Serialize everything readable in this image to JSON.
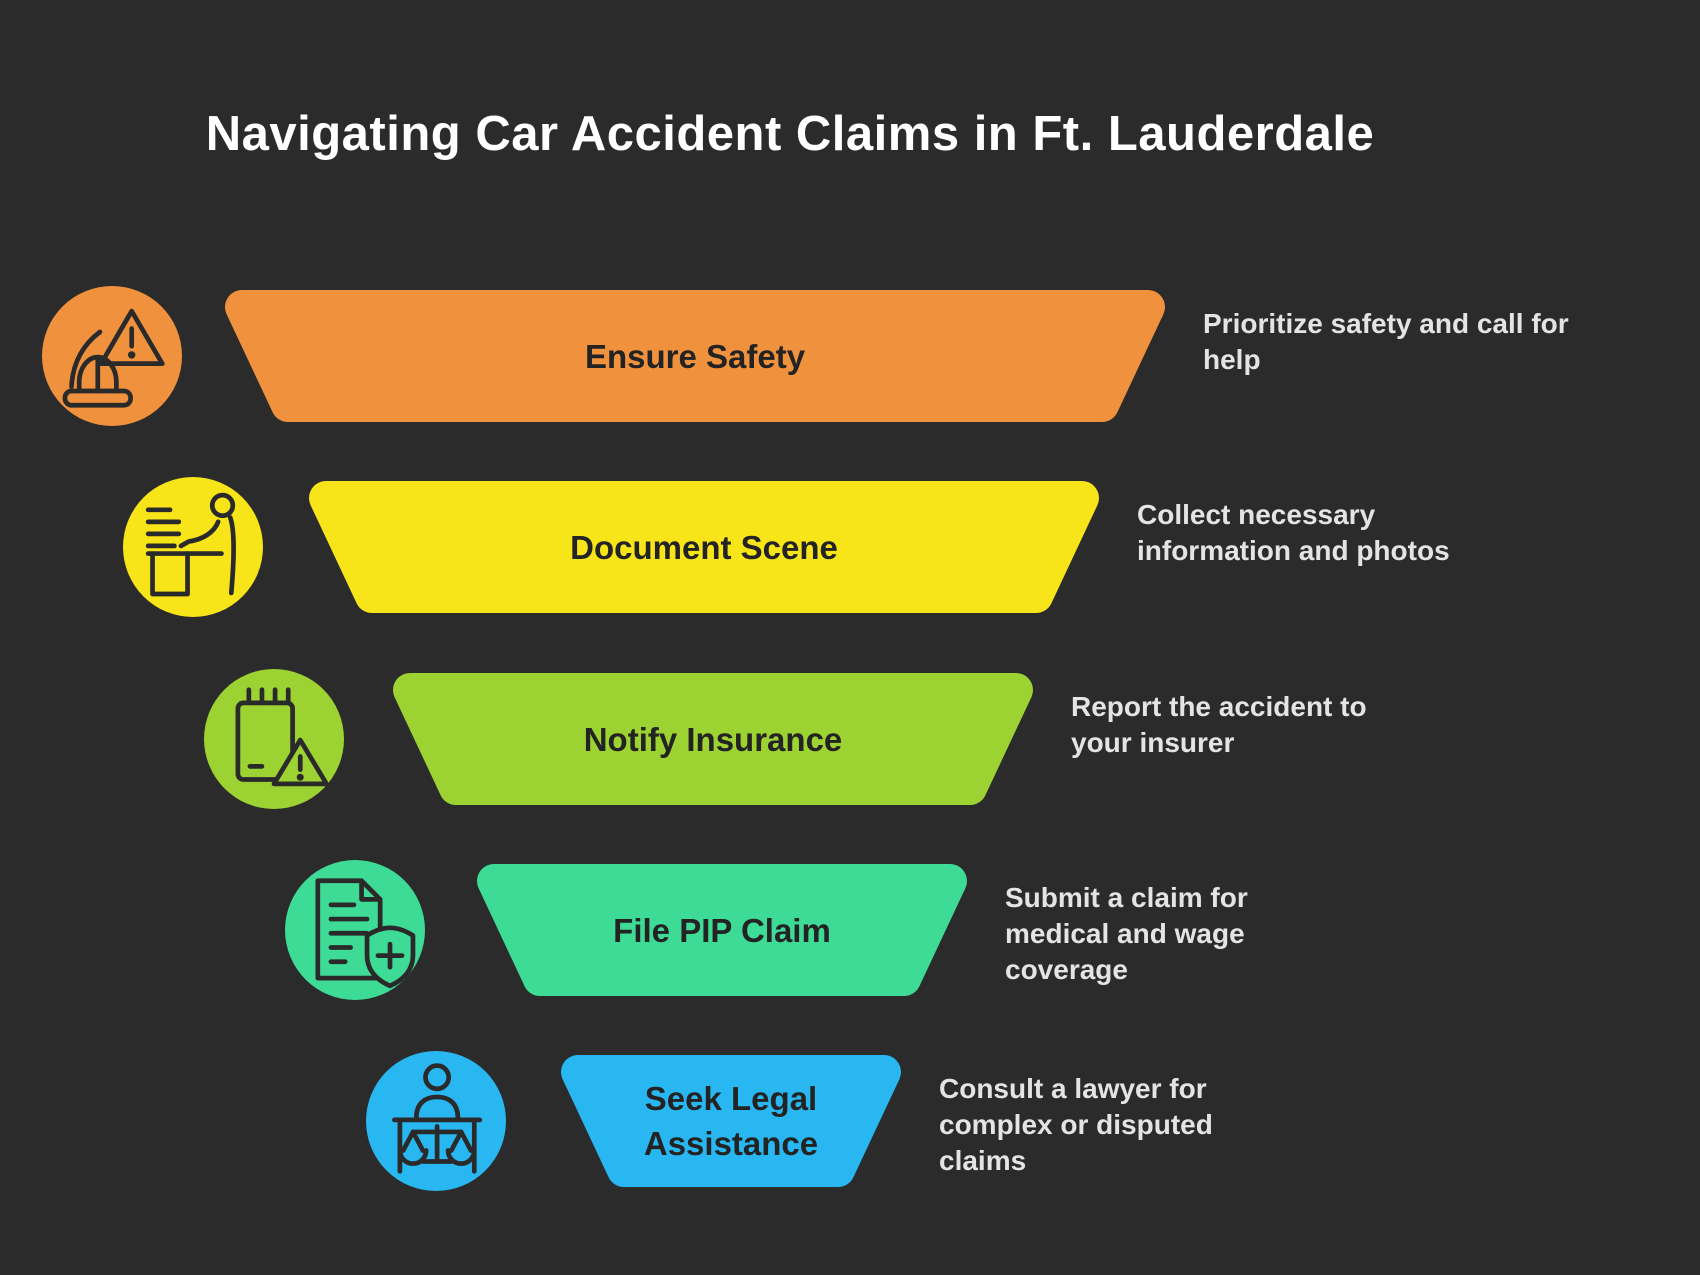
{
  "title": "Navigating Car Accident Claims in Ft. Lauderdale",
  "colors": {
    "bg": "#2B2B2B",
    "ink": "#2A2A2A",
    "title_text": "#FFFFFF",
    "label_text": "#232323",
    "desc_text": "#E4E4E4"
  },
  "steps": [
    {
      "label": "Ensure Safety",
      "description": "Prioritize safety and call for help",
      "color": "#F0923D",
      "icon": "hard-hat-warning-icon"
    },
    {
      "label": "Document Scene",
      "description": "Collect necessary information and photos",
      "color": "#F7E519",
      "icon": "person-documenting-icon"
    },
    {
      "label": "Notify Insurance",
      "description": "Report the accident to your insurer",
      "color": "#9CD232",
      "icon": "notepad-alert-icon"
    },
    {
      "label": "File PIP Claim",
      "description": "Submit a claim for medical and wage coverage",
      "color": "#3EDB96",
      "icon": "document-shield-plus-icon"
    },
    {
      "label": "Seek Legal Assistance",
      "description": "Consult a lawyer for complex or disputed claims",
      "color": "#29B7F2",
      "icon": "person-scales-justice-icon"
    }
  ]
}
